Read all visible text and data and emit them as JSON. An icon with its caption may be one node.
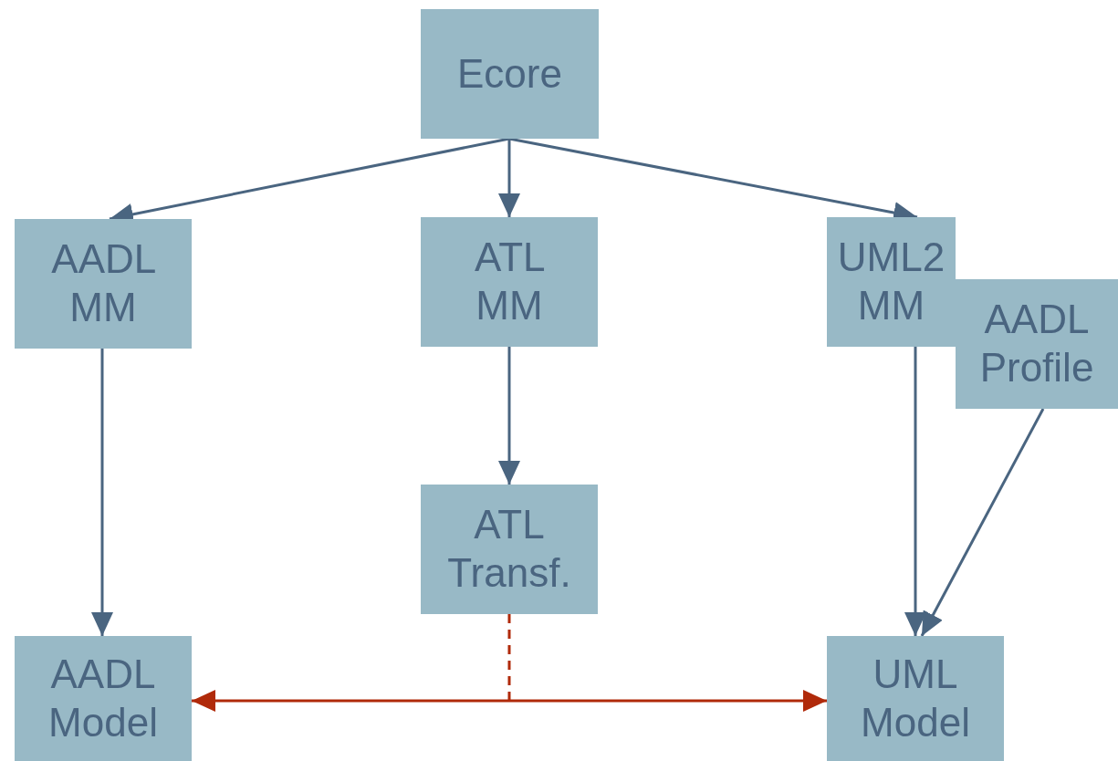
{
  "diagram": {
    "nodes": [
      {
        "text": [
          "Ecore"
        ]
      },
      {
        "text": [
          "AADL MM"
        ]
      },
      {
        "text": [
          "ATL MM"
        ]
      },
      {
        "text": [
          "UML2 MM"
        ]
      },
      {
        "text": [
          "AADL Profile"
        ]
      },
      {
        "text": [
          "ATL Transf."
        ]
      },
      {
        "text": [
          "AADL Model"
        ]
      },
      {
        "text": [
          "UML Model"
        ]
      }
    ],
    "edges": [
      {
        "from": 0,
        "to": 1,
        "arrow": "to"
      },
      {
        "from": 0,
        "to": 2,
        "arrow": "to"
      },
      {
        "from": 0,
        "to": 3,
        "arrow": "to"
      },
      {
        "from": 1,
        "to": 6,
        "arrow": "to"
      },
      {
        "from": 2,
        "to": 5,
        "arrow": "to"
      },
      {
        "from": 3,
        "to": 7,
        "arrow": "to"
      },
      {
        "from": 4,
        "to": 7,
        "arrow": "to"
      },
      {
        "from": 6,
        "to": 7,
        "arrow": "both",
        "color": "#b02a0a"
      },
      {
        "from": 5,
        "to": null,
        "arrow": "none",
        "style": "dashed",
        "color": "#b02a0a"
      }
    ]
  }
}
